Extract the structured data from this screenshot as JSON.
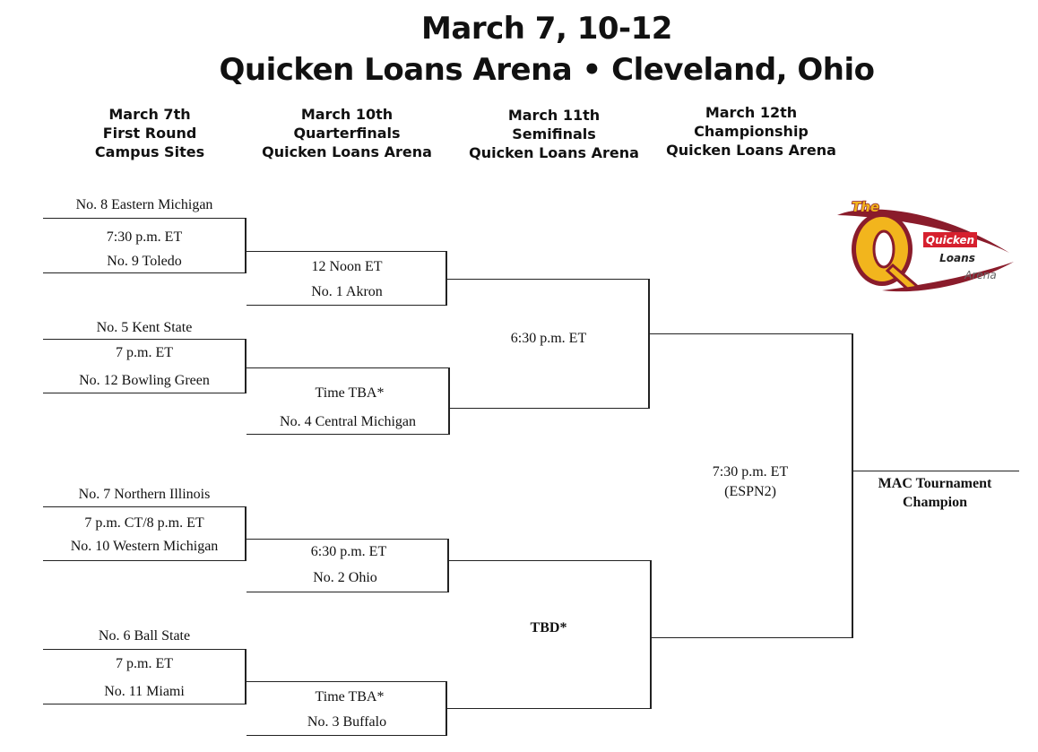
{
  "header": {
    "dates": "March 7, 10-12",
    "venue": "Quicken Loans Arena • Cleveland, Ohio"
  },
  "columns": [
    {
      "date": "March 7th",
      "round": "First Round",
      "site": "Campus Sites"
    },
    {
      "date": "March 10th",
      "round": "Quarterfinals",
      "site": "Quicken Loans Arena"
    },
    {
      "date": "March 11th",
      "round": "Semifinals",
      "site": "Quicken Loans Arena"
    },
    {
      "date": "March 12th",
      "round": "Championship",
      "site": "Quicken Loans Arena"
    }
  ],
  "first_round": [
    {
      "top_team": "No. 8 Eastern Michigan",
      "time": "7:30 p.m. ET",
      "bottom_team": "No. 9 Toledo"
    },
    {
      "top_team": "No. 5 Kent State",
      "time": "7 p.m. ET",
      "bottom_team": "No. 12 Bowling Green"
    },
    {
      "top_team": "No. 7 Northern Illinois",
      "time": "7 p.m. CT/8 p.m. ET",
      "bottom_team": "No. 10 Western Michigan"
    },
    {
      "top_team": "No. 6 Ball State",
      "time": "7 p.m. ET",
      "bottom_team": "No. 11 Miami"
    }
  ],
  "quarterfinals": [
    {
      "time": "12 Noon ET",
      "seed_team": "No. 1 Akron"
    },
    {
      "time": "Time TBA*",
      "seed_team": "No. 4 Central Michigan"
    },
    {
      "time": "6:30 p.m. ET",
      "seed_team": "No. 2 Ohio"
    },
    {
      "time": "Time TBA*",
      "seed_team": "No. 3 Buffalo"
    }
  ],
  "semifinals": [
    {
      "time": "6:30 p.m. ET"
    },
    {
      "time": "TBD*"
    }
  ],
  "championship": {
    "time": "7:30 p.m. ET",
    "network": "(ESPN2)"
  },
  "champion": {
    "line1": "MAC Tournament",
    "line2": "Champion"
  },
  "logo": {
    "the": "The",
    "q": "Q",
    "quicken": "Quicken",
    "loans": "Loans",
    "arena": "Arena",
    "colors": {
      "maroon": "#8a1c2b",
      "gold": "#f2b51d",
      "red": "#d6202e"
    }
  }
}
